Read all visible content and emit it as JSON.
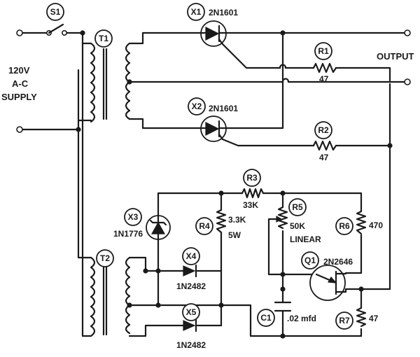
{
  "supply": {
    "line1": "120V",
    "line2": "A-C",
    "line3": "SUPPLY"
  },
  "output_label": "OUTPUT",
  "switch": {
    "ref": "S1"
  },
  "transformers": {
    "t1": "T1",
    "t2": "T2"
  },
  "scrs": {
    "x1": {
      "ref": "X1",
      "part": "2N1601"
    },
    "x2": {
      "ref": "X2",
      "part": "2N1601"
    }
  },
  "zener": {
    "ref": "X3",
    "part": "1N1776"
  },
  "diodes": {
    "x4": {
      "ref": "X4",
      "part": "1N2482"
    },
    "x5": {
      "ref": "X5",
      "part": "1N2482"
    }
  },
  "resistors": {
    "r1": {
      "ref": "R1",
      "value": "47"
    },
    "r2": {
      "ref": "R2",
      "value": "47"
    },
    "r3": {
      "ref": "R3",
      "value": "33K"
    },
    "r4": {
      "ref": "R4",
      "value": "3.3K",
      "rating": "5W"
    },
    "r5": {
      "ref": "R5",
      "value": "50K",
      "taper": "LINEAR"
    },
    "r6": {
      "ref": "R6",
      "value": "470"
    },
    "r7": {
      "ref": "R7",
      "value": "47"
    }
  },
  "capacitor": {
    "ref": "C1",
    "value": ".02 mfd"
  },
  "ujt": {
    "ref": "Q1",
    "part": "2N2646"
  }
}
